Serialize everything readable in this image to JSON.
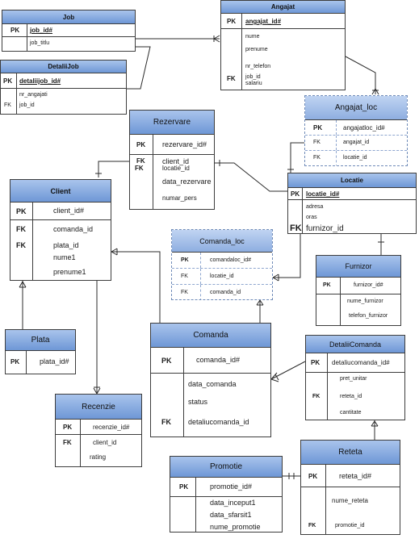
{
  "entities": {
    "job": {
      "title": "Job",
      "pk_label": "PK",
      "pk": "job_id#",
      "attrs": [
        "job_titlu"
      ]
    },
    "angajat": {
      "title": "Angajat",
      "pk_label": "PK",
      "pk": "angajat_id#",
      "attrs": [
        "nume",
        "prenume",
        "nr_telefon",
        "job_id",
        "salariu"
      ],
      "fk_label": "FK"
    },
    "detaliijob": {
      "title": "DetaliiJob",
      "pk_label": "PK",
      "pk": "detaliijob_id#",
      "attrs": [
        "nr_angajati",
        "job_id"
      ],
      "fk_label": "FK"
    },
    "angajat_loc": {
      "title": "Angajat_loc",
      "keys": [
        "PK",
        "FK",
        "FK"
      ],
      "fields": [
        "angajatloc_id#",
        "angajat_id",
        "locatie_id"
      ]
    },
    "rezervare": {
      "title": "Rezervare",
      "pk_label": "PK",
      "pk": "rezervare_id#",
      "fk_labels": [
        "FK",
        "FK"
      ],
      "attrs": [
        "client_id",
        "locatie_id",
        "data_rezervare",
        "numar_pers"
      ]
    },
    "locatie": {
      "title": "Locatie",
      "pk_label": "PK",
      "pk": "locatie_id#",
      "attrs": [
        "adresa",
        "oras",
        "furnizor_id"
      ],
      "fk_label": "FK"
    },
    "client": {
      "title": "Client",
      "keys": [
        "PK",
        "FK",
        "FK"
      ],
      "fields": [
        "client_id#",
        "comanda_id",
        "plata_id"
      ],
      "attrs": [
        "nume1",
        "prenume1"
      ]
    },
    "comanda_loc": {
      "title": "Comanda_loc",
      "keys": [
        "PK",
        "FK",
        "FK"
      ],
      "fields": [
        "comandaloc_id#",
        "locatie_id",
        "comanda_id"
      ]
    },
    "furnizor": {
      "title": "Furnizor",
      "pk_label": "PK",
      "pk": "furnizor_id#",
      "attrs": [
        "nume_furnizor",
        "telefon_furnizor"
      ]
    },
    "plata": {
      "title": "Plata",
      "pk_label": "PK",
      "pk": "plata_id#"
    },
    "comanda": {
      "title": "Comanda",
      "pk_label": "PK",
      "pk": "comanda_id#",
      "attrs": [
        "data_comanda",
        "status",
        "detaliucomanda_id"
      ],
      "fk_label": "FK"
    },
    "detaliicomanda": {
      "title": "DetaliiComanda",
      "pk_label": "PK",
      "pk": "detaliucomanda_id#",
      "attrs": [
        "pret_unitar",
        "reteta_id",
        "cantitate"
      ],
      "fk_label": "FK"
    },
    "recenzie": {
      "title": "Recenzie",
      "keys": [
        "PK",
        "FK"
      ],
      "fields": [
        "recenzie_id#",
        "client_id"
      ],
      "attrs": [
        "rating"
      ]
    },
    "reteta": {
      "title": "Reteta",
      "pk_label": "PK",
      "pk": "reteta_id#",
      "attrs": [
        "nume_reteta",
        "promotie_id"
      ],
      "fk_label": "FK"
    },
    "promotie": {
      "title": "Promotie",
      "pk_label": "PK",
      "pk": "promotie_id#",
      "attrs": [
        "data_inceput1",
        "data_sfarsit1",
        "nume_promotie"
      ]
    }
  },
  "colors": {
    "header_top": "#a9c4ec",
    "header_bottom": "#6e97d6",
    "border": "#3d3d3d",
    "dashed_border": "#6f8bb8"
  }
}
